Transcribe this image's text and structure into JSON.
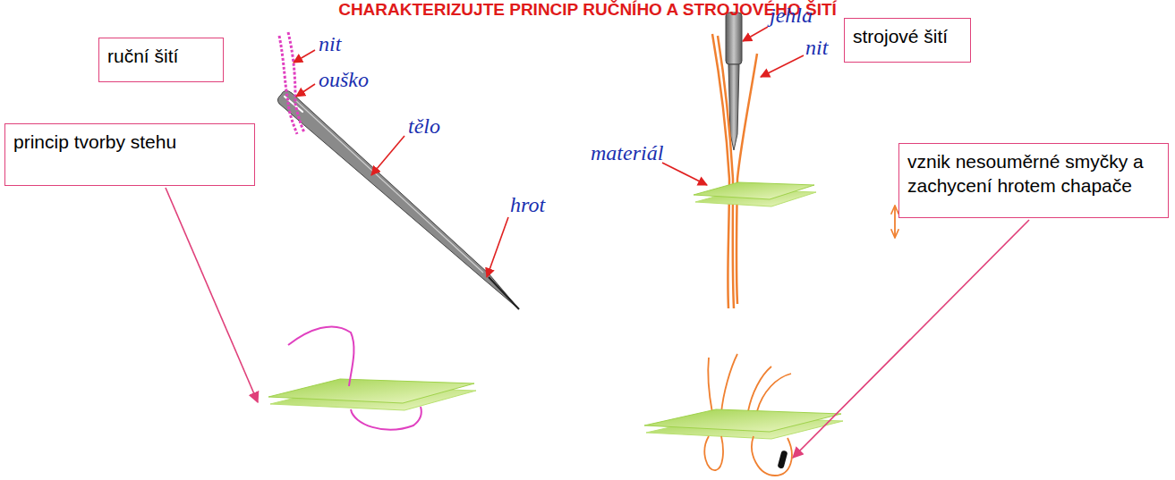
{
  "diagram": {
    "title": "CHARAKTERIZUJTE PRINCIP RUČNÍHO A STROJOVÉHO ŠITÍ",
    "nodes": [
      {
        "text": [
          "ruční šití"
        ]
      },
      {
        "text": [
          "strojové šití"
        ]
      },
      {
        "text": [
          "princip tvorby stehu"
        ]
      },
      {
        "text": [
          "vznik nesouměrné smyčky a zachycení hrotem chapače"
        ]
      }
    ],
    "labels": [
      "nit",
      "ouško",
      "tělo",
      "hrot",
      "jehla",
      "nit",
      "materiál"
    ]
  }
}
